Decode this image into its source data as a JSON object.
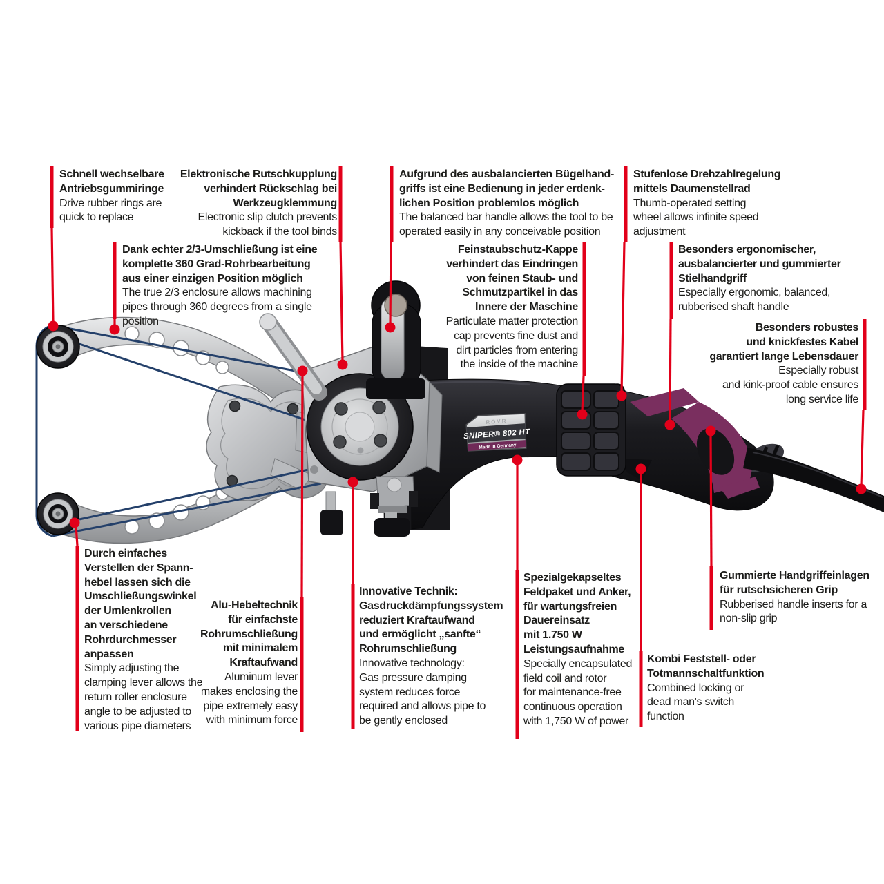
{
  "figure": {
    "type": "annotated-product-diagram",
    "subject": "pipe belt sander"
  },
  "product_label": {
    "brand_embossed": "ROVR",
    "model": "SNIPER® 802 HT",
    "origin": "Made in Germany"
  },
  "colors": {
    "callout_red": "#e2001a",
    "text": "#1c1c1a",
    "belt_blue": "#24406a",
    "accent_purple": "#7a2f5f",
    "body_black": "#141417",
    "metal_silver": "#c3c5c7",
    "background": "#ffffff"
  },
  "callouts": {
    "schnell": {
      "de": [
        "Schnell wechselbare",
        "Antriebsgummiringe"
      ],
      "en": [
        "Drive rubber rings are",
        "quick to replace"
      ]
    },
    "elektronische": {
      "de": [
        "Elektronische Rutschkupplung",
        "verhindert Rückschlag bei",
        "Werkzeugklemmung"
      ],
      "en": [
        "Electronic slip clutch prevents",
        "kickback if the tool binds"
      ]
    },
    "aufgrund": {
      "de": [
        "Aufgrund des ausbalancierten Bügelhand-",
        "griffs ist eine Bedienung in jeder erdenk-",
        "lichen Position problemlos möglich"
      ],
      "en": [
        "The balanced bar handle allows the tool to be",
        "operated easily in any conceivable position"
      ]
    },
    "stufenlose": {
      "de": [
        "Stufenlose Drehzahlregelung",
        "mittels Daumenstellrad"
      ],
      "en": [
        "Thumb-operated setting",
        "wheel allows infinite speed",
        "adjustment"
      ]
    },
    "dank": {
      "de": [
        "Dank echter 2/3-Umschließung ist eine",
        "komplette 360 Grad-Rohrbearbeitung",
        "aus einer einzigen Position möglich"
      ],
      "en": [
        "The true 2/3 enclosure allows machining",
        "pipes through 360 degrees from a single",
        "position"
      ]
    },
    "feinstaub": {
      "de": [
        "Feinstaubschutz-Kappe",
        "verhindert das Eindringen",
        "von feinen Staub- und",
        "Schmutzpartikel in das",
        "Innere der Maschine"
      ],
      "en": [
        "Particulate matter protection",
        "cap prevents fine dust and",
        "dirt particles from entering",
        "the inside of the machine"
      ]
    },
    "ergonomisch": {
      "de": [
        "Besonders ergonomischer,",
        "ausbalancierter und gummierter",
        "Stielhandgriff"
      ],
      "en": [
        "Especially ergonomic, balanced,",
        "rubberised shaft handle"
      ]
    },
    "kabel": {
      "de": [
        "Besonders robustes",
        "und knickfestes Kabel",
        "garantiert lange Lebensdauer"
      ],
      "en": [
        "Especially robust",
        "and kink-proof cable ensures",
        "long service life"
      ]
    },
    "durch": {
      "de": [
        "Durch einfaches",
        "Verstellen der Spann-",
        "hebel lassen sich die",
        "Umschließungswinkel",
        "der Umlenkrollen",
        "an verschiedene",
        "Rohrdurchmesser",
        "anpassen"
      ],
      "en": [
        "Simply adjusting the",
        "clamping lever allows the",
        "return roller enclosure",
        "angle to be adjusted to",
        "various pipe diameters"
      ]
    },
    "alu": {
      "de": [
        "Alu-Hebeltechnik",
        "für einfachste",
        "Rohrumschließung",
        "mit minimalem",
        "Kraftaufwand"
      ],
      "en": [
        "Aluminum lever",
        "makes enclosing the",
        "pipe extremely easy",
        "with minimum force"
      ]
    },
    "innovative": {
      "de": [
        "Innovative Technik:",
        "Gasdruckdämpfungssystem",
        "reduziert Kraftaufwand",
        "und ermöglicht „sanfte“",
        "Rohrumschließung"
      ],
      "en": [
        "Innovative technology:",
        "Gas pressure damping",
        "system reduces force",
        "required and allows pipe to",
        "be gently enclosed"
      ]
    },
    "spezial": {
      "de": [
        "Spezialgekapseltes",
        "Feldpaket und Anker,",
        "für wartungsfreien",
        "Dauereinsatz",
        "mit 1.750 W",
        "Leistungsaufnahme"
      ],
      "en": [
        "Specially encapsulated",
        "field coil and rotor",
        "for maintenance-free",
        "continuous operation",
        "with 1,750 W of power"
      ]
    },
    "kombi": {
      "de": [
        "Kombi Feststell- oder",
        "Totmannschaltfunktion"
      ],
      "en": [
        "Combined locking or",
        "dead man's switch",
        "function"
      ]
    },
    "gummierte": {
      "de": [
        "Gummierte Handgriffeinlagen",
        "für rutschsicheren Grip"
      ],
      "en": [
        "Rubberised handle inserts for a",
        "non-slip grip"
      ]
    }
  }
}
